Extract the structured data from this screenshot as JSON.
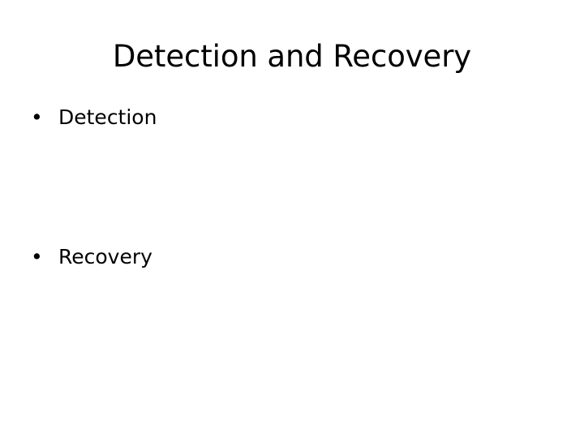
{
  "slide": {
    "title": "Detection and Recovery",
    "background_color": "#ffffff",
    "text_color": "#000000",
    "bullets": [
      {
        "marker": "•",
        "text": "Detection"
      },
      {
        "marker": "•",
        "text": "Recovery"
      }
    ]
  }
}
